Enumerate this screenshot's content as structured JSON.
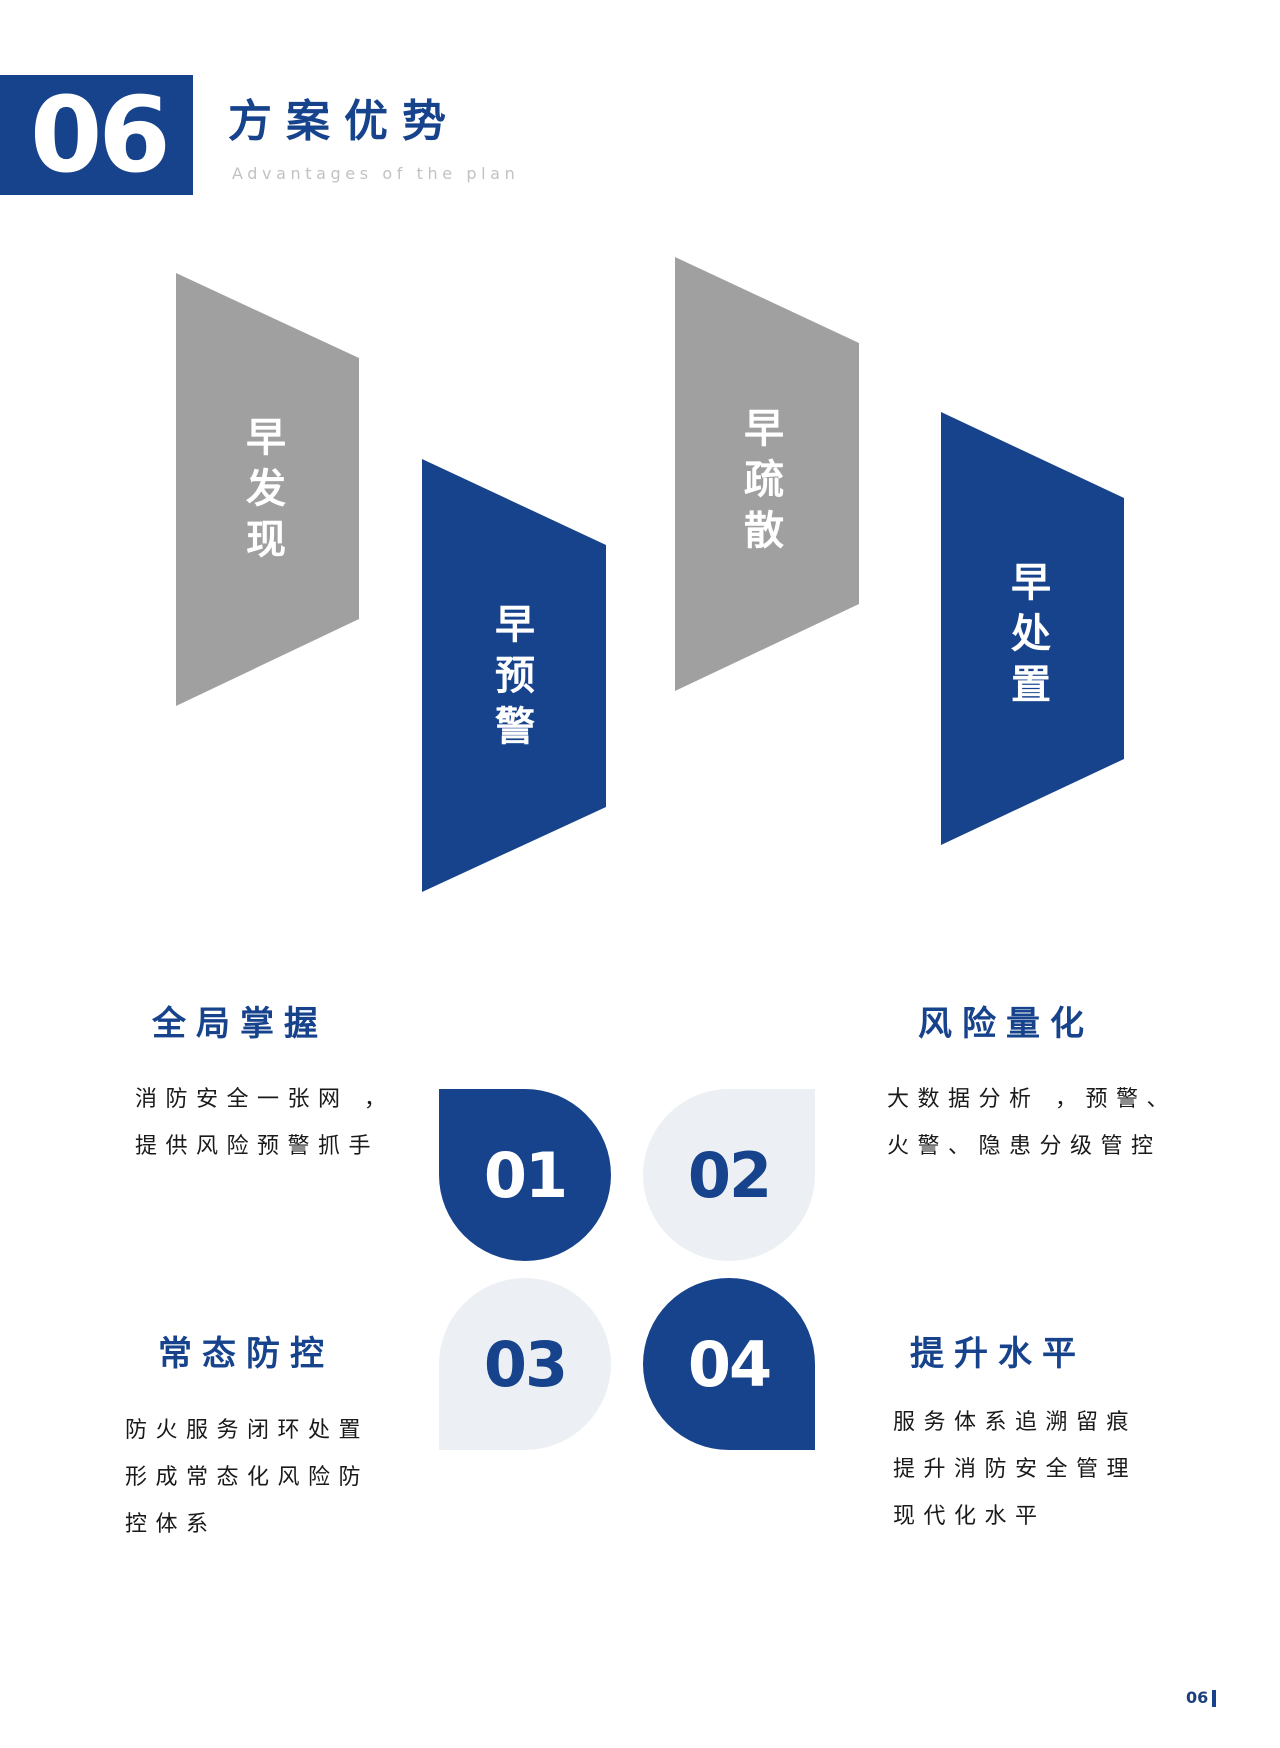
{
  "header": {
    "section_number": "06",
    "title": "方案优势",
    "subtitle": "Advantages of the plan"
  },
  "stages": [
    {
      "chars": [
        "早",
        "发",
        "现"
      ],
      "color": "#a0a0a0"
    },
    {
      "chars": [
        "早",
        "预",
        "警"
      ],
      "color": "#16438c"
    },
    {
      "chars": [
        "早",
        "疏",
        "散"
      ],
      "color": "#a0a0a0"
    },
    {
      "chars": [
        "早",
        "处",
        "置"
      ],
      "color": "#16438c"
    }
  ],
  "features": [
    {
      "number": "01",
      "title": "全局掌握",
      "lines": [
        "消防安全一张网 ，",
        "提供风险预警抓手"
      ]
    },
    {
      "number": "02",
      "title": "风险量化",
      "lines": [
        "大数据分析 ，预警、",
        "火警、隐患分级管控"
      ]
    },
    {
      "number": "03",
      "title": "常态防控",
      "lines": [
        "防火服务闭环处置",
        "形成常态化风险防",
        "控体系"
      ]
    },
    {
      "number": "04",
      "title": "提升水平",
      "lines": [
        "服务体系追溯留痕",
        "提升消防安全管理",
        "现代化水平"
      ]
    }
  ],
  "colors": {
    "primary_blue": "#16438c",
    "gray": "#a0a0a0",
    "light": "#ecf0f4",
    "subtitle_gray": "#c2c2c2"
  },
  "footer": {
    "page_number": "06"
  }
}
